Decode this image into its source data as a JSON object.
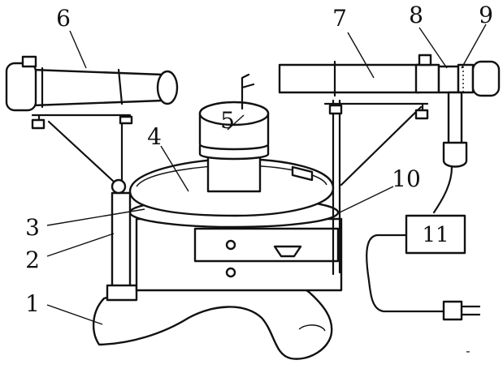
{
  "labels": {
    "l1": "1",
    "l2": "2",
    "l3": "3",
    "l4": "4",
    "l5": "5",
    "l6": "6",
    "l7": "7",
    "l8": "8",
    "l9": "9",
    "l10": "10",
    "l11": "11"
  },
  "corner_mark": "-"
}
